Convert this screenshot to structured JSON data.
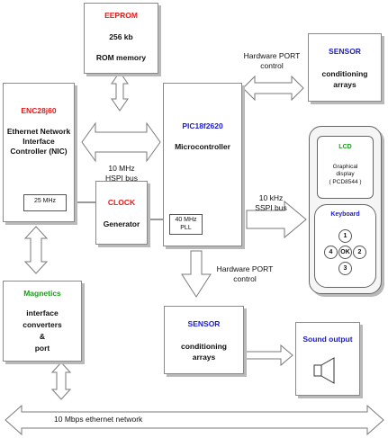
{
  "eeprom": {
    "title": "EEPROM",
    "line1": "256 kb",
    "line2": "ROM memory"
  },
  "nic": {
    "title": "ENC28j60",
    "line1": "Ethernet Network",
    "line2": "Interface",
    "line3": "Controller (NIC)",
    "osc": "25 MHz"
  },
  "mcu": {
    "title": "PIC18f2620",
    "line1": "Microcontroller",
    "pll1": "40 MHz",
    "pll2": "PLL"
  },
  "clock": {
    "title": "CLOCK",
    "line1": "Generator"
  },
  "sensor_top": {
    "title": "SENSOR",
    "line1": "conditioning",
    "line2": "arrays"
  },
  "sensor_bottom": {
    "title": "SENSOR",
    "line1": "conditioning",
    "line2": "arrays"
  },
  "magnetics": {
    "title": "Magnetics",
    "line1": "interface",
    "line2": "converters",
    "line3": "&",
    "line4": "port"
  },
  "sound": {
    "title": "Sound output"
  },
  "lcd": {
    "title": "LCD",
    "line1": "Graphical",
    "line2": "display",
    "line3": "( PCD8544 )"
  },
  "keyboard": {
    "title": "Keyboard",
    "keys": [
      "1",
      "4",
      "OK",
      "2",
      "3"
    ]
  },
  "labels": {
    "hspi1": "10 MHz",
    "hspi2": "HSPI bus",
    "port_top1": "Hardware PORT",
    "port_top2": "control",
    "sspi1": "10 kHz",
    "sspi2": "SSPI bus",
    "port_bottom1": "Hardware PORT",
    "port_bottom2": "control",
    "ethernet": "10 Mbps ethernet network"
  },
  "colors": {
    "title_blue": "#1a1ad6",
    "title_red": "#e11a1a",
    "title_green": "#1c9b1c",
    "box_border": "#8a8a8a",
    "shadow": "#b9b9b9"
  }
}
